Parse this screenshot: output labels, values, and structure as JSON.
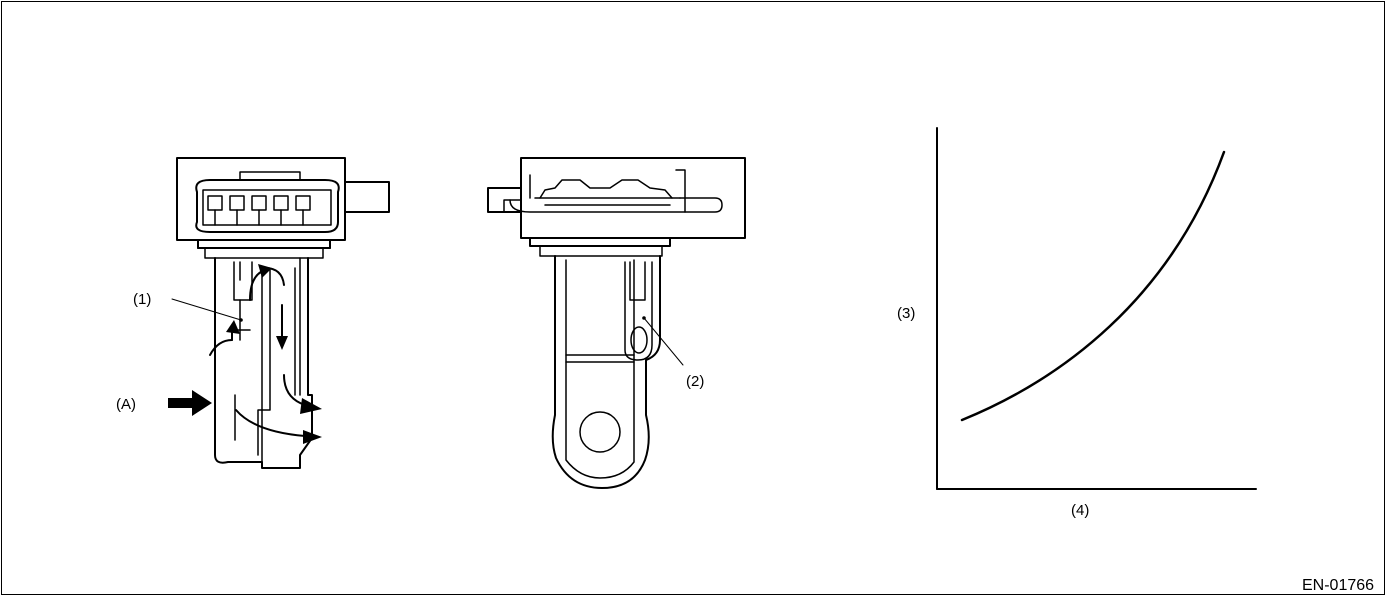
{
  "labels": {
    "callout_1": "(1)",
    "callout_2": "(2)",
    "callout_3": "(3)",
    "callout_4": "(4)",
    "callout_a": "(A)"
  },
  "figure_code": "EN-01766",
  "colors": {
    "line": "#000000",
    "background": "#ffffff"
  }
}
